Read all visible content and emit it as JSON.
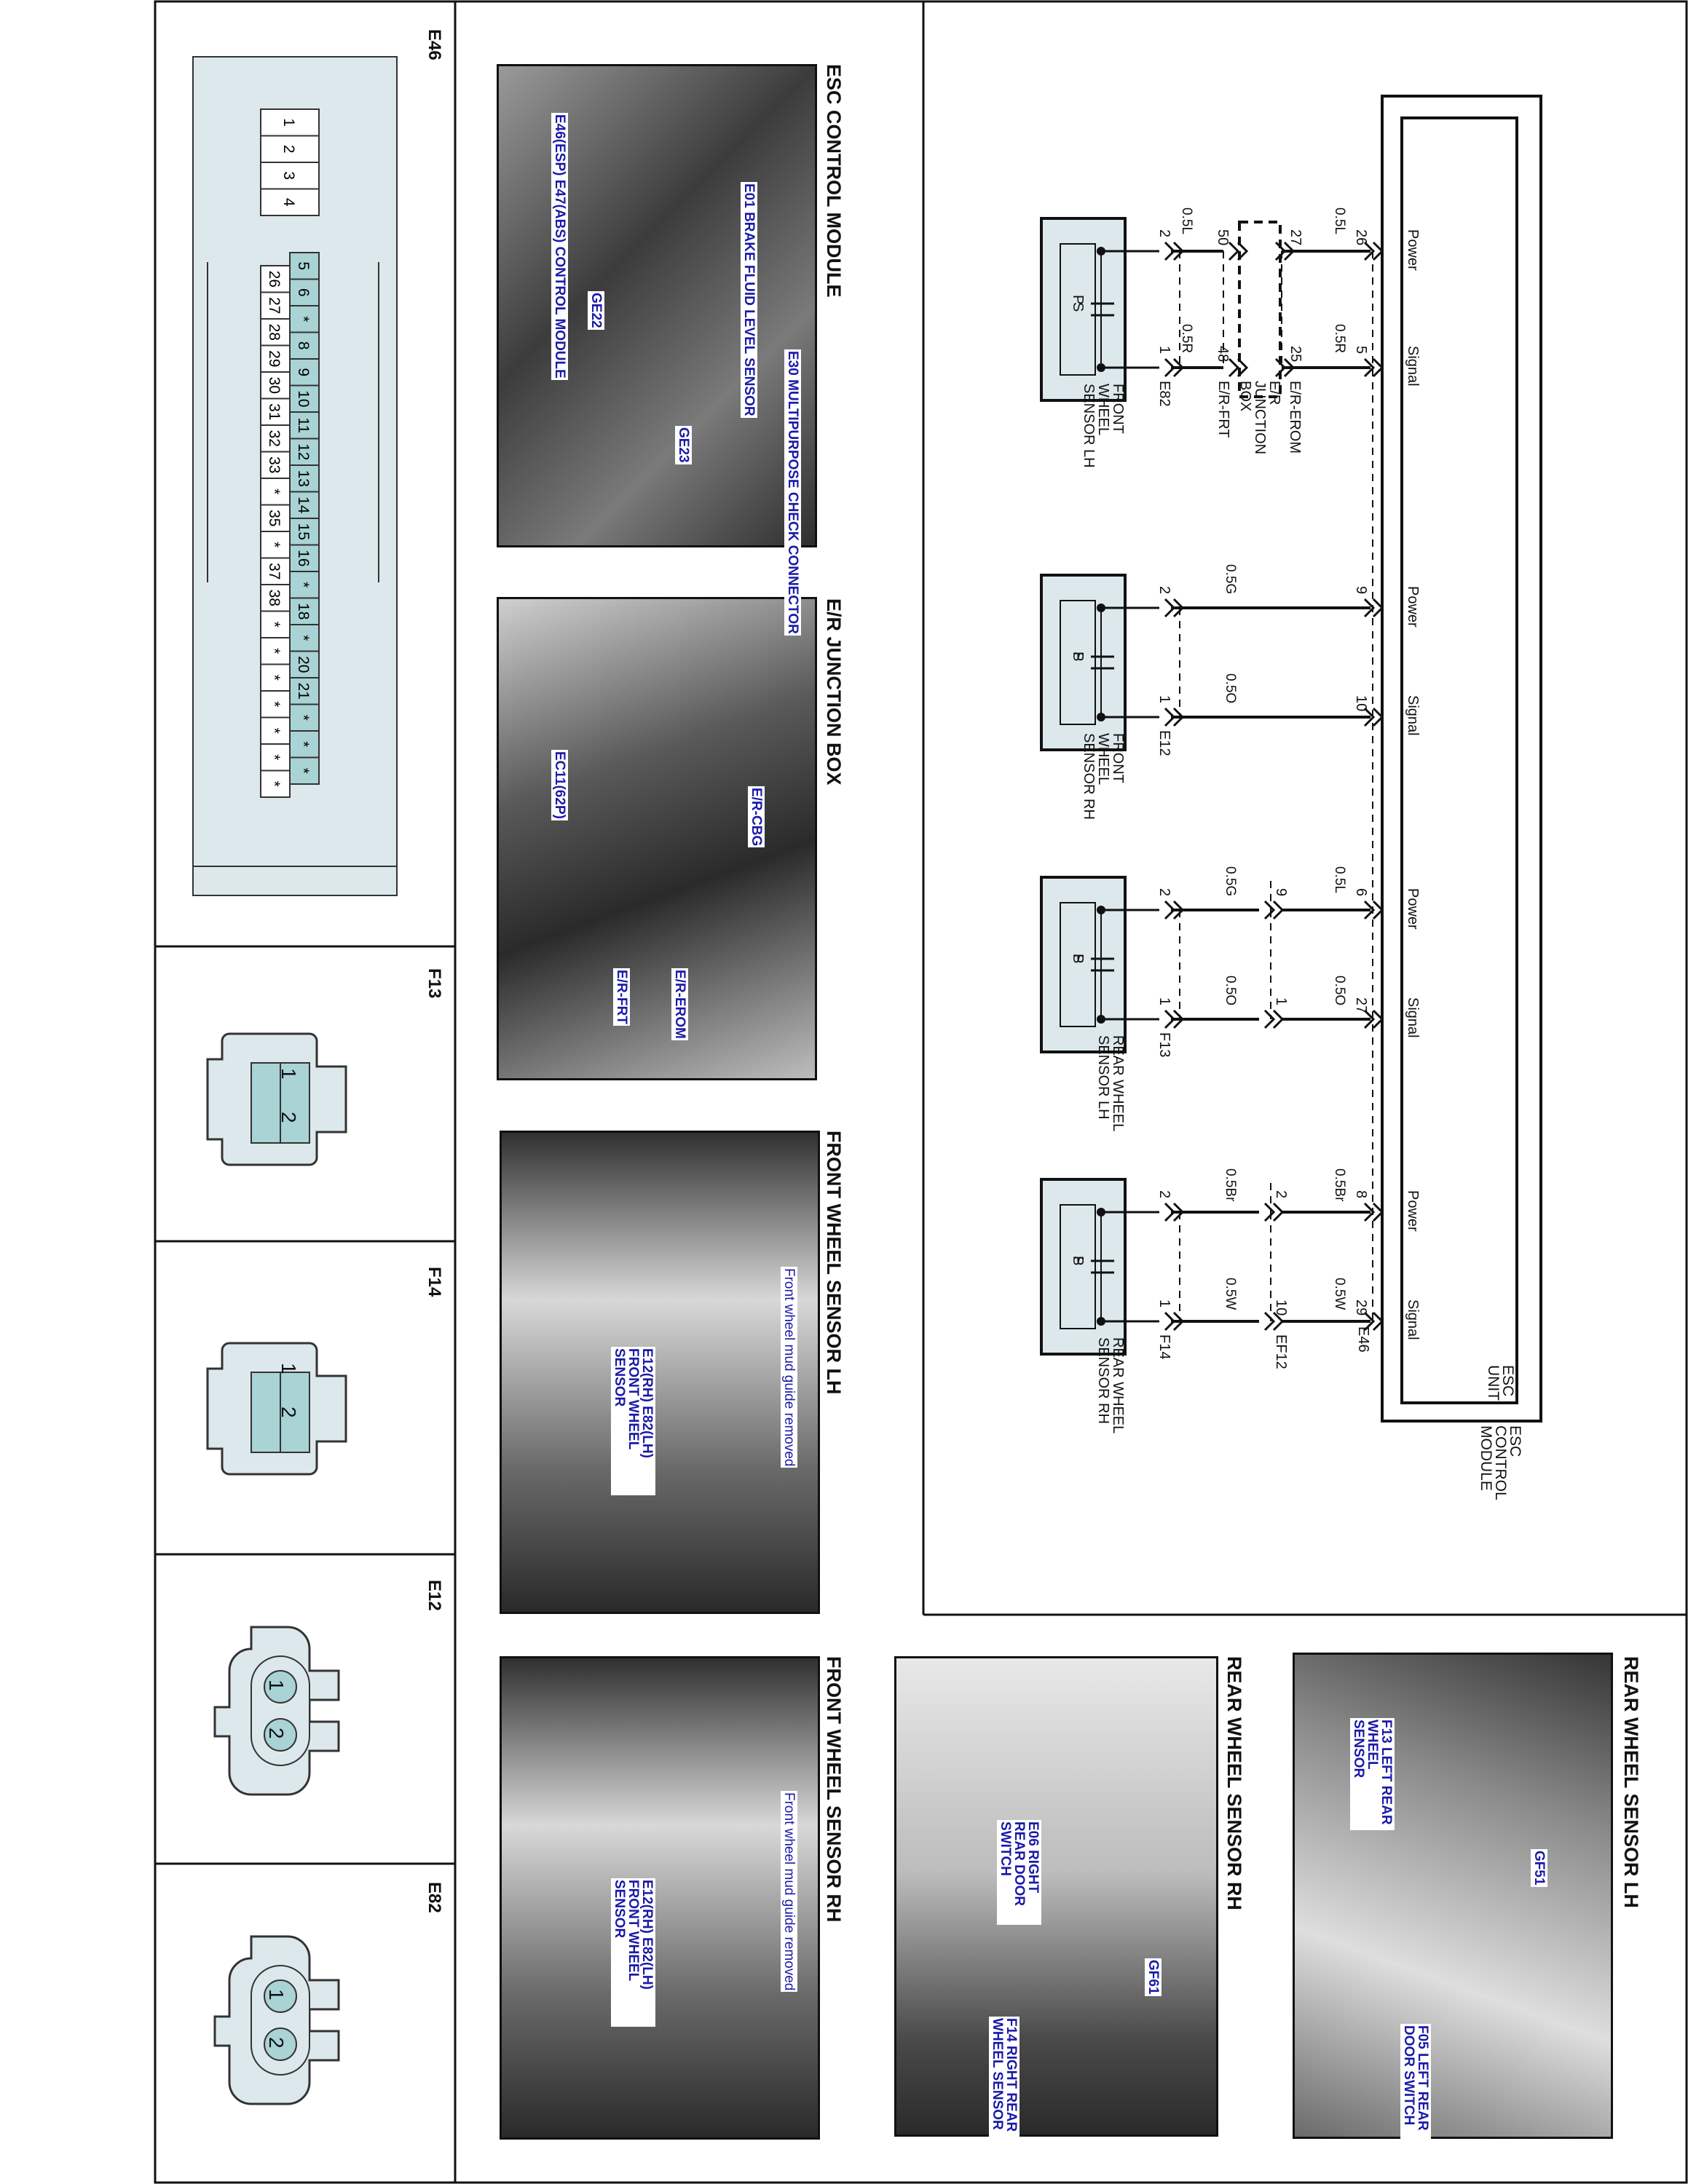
{
  "connector_panel": {
    "e46": {
      "label": "E46",
      "row_a": [
        "1",
        "2",
        "3",
        "4"
      ],
      "row_b": [
        "5",
        "6",
        "*",
        "8",
        "9",
        "10",
        "11",
        "12",
        "13",
        "14",
        "15",
        "16",
        "*",
        "18",
        "*",
        "20",
        "21",
        "*",
        "*",
        "*"
      ],
      "row_c": [
        "26",
        "27",
        "28",
        "29",
        "30",
        "31",
        "32",
        "33",
        "*",
        "35",
        "*",
        "37",
        "38",
        "*",
        "*",
        "*",
        "*",
        "*",
        "*",
        "*"
      ]
    },
    "f13": {
      "label": "F13",
      "pins": [
        "1",
        "2"
      ]
    },
    "f14": {
      "label": "F14",
      "pins": [
        "1",
        "2"
      ]
    },
    "e12": {
      "label": "E12",
      "pins": [
        "1",
        "2"
      ]
    },
    "e82": {
      "label": "E82",
      "pins": [
        "1",
        "2"
      ]
    }
  },
  "photos": {
    "esc": {
      "title": "ESC CONTROL MODULE",
      "labels": [
        "E01 BRAKE FLUID LEVEL SENSOR",
        "E30 MULTIPURPOSE CHECK CONNECTOR",
        "E46(ESP) E47(ABS) CONTROL MODULE",
        "GE22",
        "GE23"
      ]
    },
    "junction": {
      "title": "E/R JUNCTION BOX",
      "labels": [
        "E/R-CBG",
        "EC11(62P)",
        "E/R-EROM",
        "E/R-FRT"
      ]
    },
    "front_lh": {
      "title": "FRONT WHEEL SENSOR LH",
      "labels": [
        "Front wheel mud guide removed",
        "E12(RH) E82(LH) FRONT WHEEL SENSOR"
      ]
    },
    "front_rh": {
      "title": "FRONT WHEEL SENSOR RH",
      "labels": [
        "Front wheel mud guide removed",
        "E12(RH) E82(LH) FRONT WHEEL SENSOR"
      ]
    },
    "rear_rh": {
      "title": "REAR WHEEL SENSOR RH",
      "labels": [
        "E06 RIGHT REAR DOOR SWITCH",
        "GF61",
        "F14 RIGHT REAR WHEEL SENSOR"
      ]
    },
    "rear_lh": {
      "title": "REAR WHEEL SENSOR LH",
      "labels": [
        "F13 LEFT REAR WHEEL SENSOR",
        "GF51",
        "F05 LEFT REAR DOOR SWITCH"
      ]
    }
  },
  "schematic": {
    "module_label": "ESC CONTROL MODULE",
    "unit_label": "ESC UNIT",
    "connector": "E46",
    "pin_names": [
      "Power",
      "Signal"
    ],
    "sensor_pins": [
      "P",
      "S"
    ],
    "circuits": [
      {
        "name": "FRONT WHEEL SENSOR LH",
        "power_pin": "26",
        "signal_pin": "5",
        "power_wire": "0.5L",
        "signal_wire": "0.5R",
        "junction": {
          "name": "E/R JUNCTION BOX",
          "conn_top": "E/R-EROM",
          "conn_bottom": "E/R-FRT",
          "top_pins": [
            "27",
            "25"
          ],
          "bottom_pins": [
            "50",
            "48"
          ],
          "power_wire_2": "0.5L",
          "signal_wire_2": "0.5R"
        },
        "sensor_conn": "E82",
        "sensor_pins_num": [
          "2",
          "1"
        ]
      },
      {
        "name": "FRONT WHEEL SENSOR RH",
        "power_pin": "9",
        "signal_pin": "10",
        "power_wire": "0.5G",
        "signal_wire": "0.5O",
        "sensor_conn": "E12",
        "sensor_pins_num": [
          "2",
          "1"
        ]
      },
      {
        "name": "REAR WHEEL SENSOR LH",
        "power_pin": "6",
        "signal_pin": "27",
        "power_wire": "0.5L",
        "signal_wire": "0.5O",
        "inline": {
          "pins": [
            "9",
            "1"
          ],
          "power_wire_2": "0.5G",
          "signal_wire_2": "0.5O"
        },
        "sensor_conn": "F13",
        "sensor_pins_num": [
          "2",
          "1"
        ]
      },
      {
        "name": "REAR WHEEL SENSOR RH",
        "power_pin": "8",
        "signal_pin": "29",
        "power_wire": "0.5Br",
        "signal_wire": "0.5W",
        "inline": {
          "name": "EF12",
          "pins": [
            "2",
            "10"
          ],
          "power_wire_2": "0.5Br",
          "signal_wire_2": "0.5W"
        },
        "sensor_conn": "F14",
        "sensor_pins_num": [
          "2",
          "1"
        ]
      }
    ]
  }
}
